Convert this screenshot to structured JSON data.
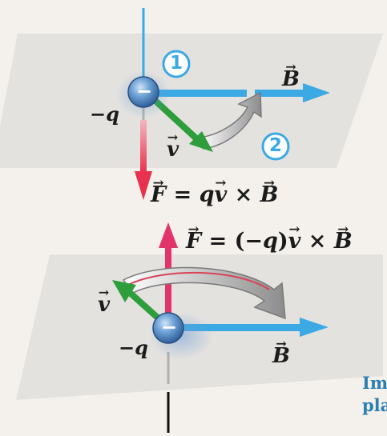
{
  "top_panel": {
    "step1_marker": "1",
    "step2_marker": "2",
    "charge_sign": "−",
    "charge_label": "−q",
    "b_symbol": "B",
    "v_symbol": "v"
  },
  "force_equations": {
    "top": {
      "lhs": "F",
      "eq": " = ",
      "q": "q",
      "v": "v",
      "cross": " × ",
      "b": "B"
    },
    "bottom": {
      "lhs": "F",
      "eq": " = (",
      "q": "−q",
      "close": ")",
      "v": "v",
      "cross": " × ",
      "b": "B"
    }
  },
  "bottom_panel": {
    "charge_sign": "−",
    "charge_label": "−q",
    "b_symbol": "B",
    "v_symbol": "v"
  },
  "caption": {
    "line1": "Im",
    "line2": "pla"
  },
  "colors": {
    "plane": "#e3e1de",
    "field_b": "#3aa9e4",
    "velocity": "#2e9e3c",
    "force_top": "#e8314e",
    "force_bottom": "#e2346a",
    "charge": "#4f88c6",
    "rotation_arrow": "#9a9a9a",
    "caption": "#2b7fb0"
  }
}
